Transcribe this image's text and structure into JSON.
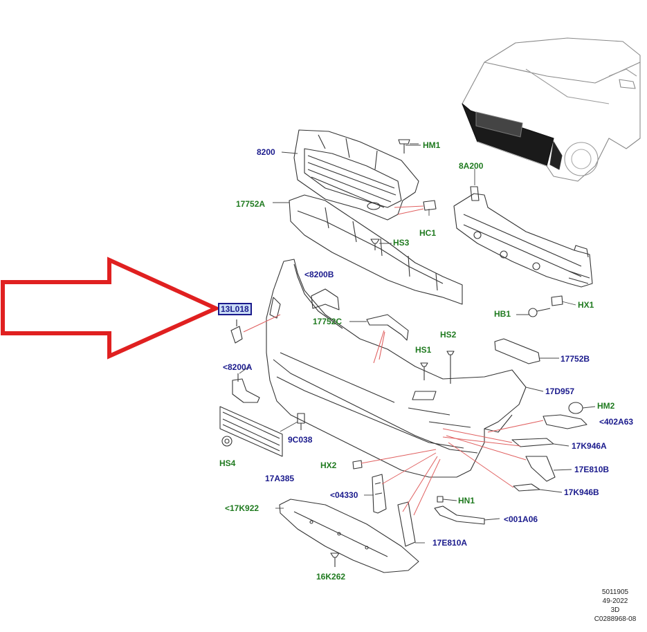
{
  "labels": {
    "p8200": "8200",
    "hm1": "HM1",
    "p8a200": "8A200",
    "p17752a": "17752A",
    "hc1": "HC1",
    "hs3": "HS3",
    "p8200b": "<8200B",
    "p13l018": "13L018",
    "p17752c": "17752C",
    "hs2": "HS2",
    "hs1": "HS1",
    "hb1": "HB1",
    "hx1": "HX1",
    "p17752b": "17752B",
    "p8200a": "<8200A",
    "p17d957": "17D957",
    "hm2": "HM2",
    "p402a63": "<402A63",
    "p9c038": "9C038",
    "p17k946a": "17K946A",
    "hs4": "HS4",
    "hx2": "HX2",
    "p17e810b": "17E810B",
    "p17a385": "17A385",
    "p04330": "<04330",
    "p17k946b": "17K946B",
    "hn1": "HN1",
    "p17k922": "<17K922",
    "p001a06": "<001A06",
    "p17e810a": "17E810A",
    "p16k262": "16K262"
  },
  "footer": {
    "line1": "5011905",
    "line2": "49-2022",
    "line3": "3D",
    "line4": "C0288968-08"
  },
  "colors": {
    "part_label_blue": "#1a1a8c",
    "fastener_label_green": "#1f7a1f",
    "arrow_red": "#e02020",
    "leader_red": "#e06060",
    "highlight_fill": "#c9dcf5"
  }
}
